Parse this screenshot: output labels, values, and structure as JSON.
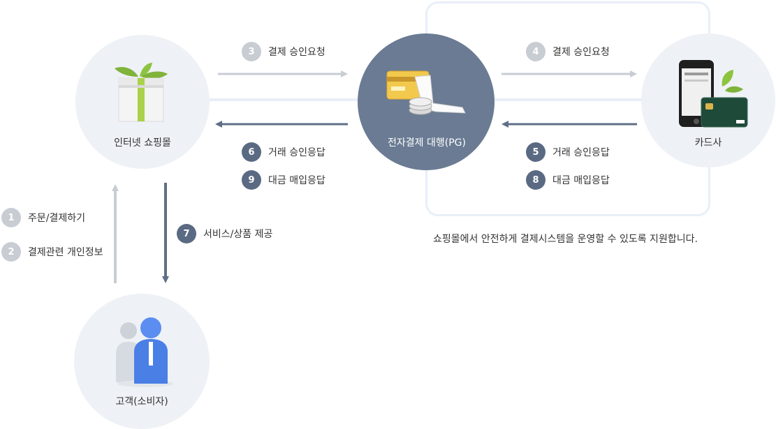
{
  "nodes": {
    "shop": "인터넷 쇼핑몰",
    "pg": "전자결제 대행(PG)",
    "card": "카드사",
    "customer": "고객(소비자)"
  },
  "steps": [
    {
      "num": "1",
      "label": "주문/결제하기"
    },
    {
      "num": "2",
      "label": "결제관련 개인정보"
    },
    {
      "num": "3",
      "label": "결제 승인요청"
    },
    {
      "num": "4",
      "label": "결제 승인요청"
    },
    {
      "num": "5",
      "label": "거래 승인응답"
    },
    {
      "num": "6",
      "label": "거래 승인응답"
    },
    {
      "num": "7",
      "label": "서비스/상품 제공"
    },
    {
      "num": "8",
      "label": "대금 매입응답"
    },
    {
      "num": "9",
      "label": "대금 매입응답"
    }
  ],
  "caption": "쇼핑몰에서 안전하게 결제시스템을 운영할 수 있도록 지원합니다.",
  "colors": {
    "node_bg": "#eef1f6",
    "pg_bg": "#6a7b93",
    "step_light": "#c8ccd3",
    "step_dark": "#5a6a82",
    "arrow_light": "#c8ccd3",
    "arrow_dark": "#5f6f87",
    "frame": "#e8eff8"
  },
  "icons": {
    "shop": "gift-box-icon",
    "pg": "payment-card-receipt-icon",
    "card": "smartphone-credit-card-icon",
    "customer": "people-icon"
  }
}
